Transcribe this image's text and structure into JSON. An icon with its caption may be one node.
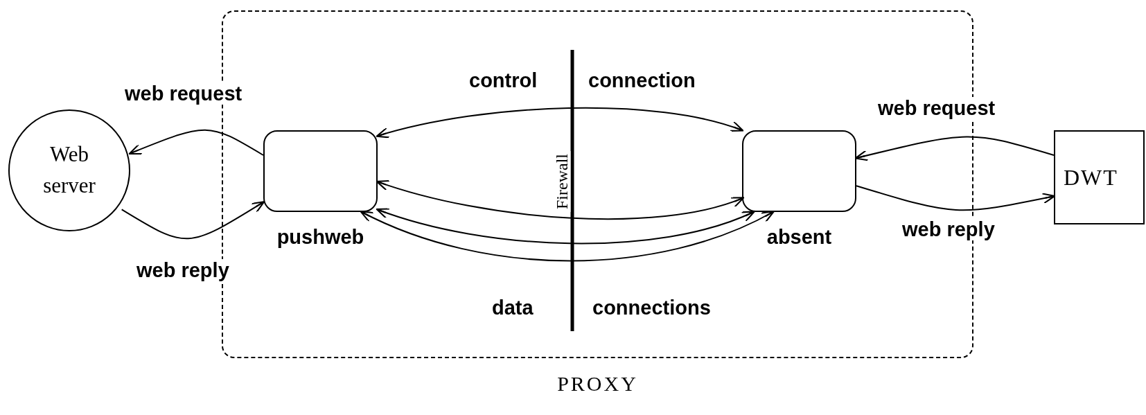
{
  "diagram": {
    "nodes": [
      {
        "text": [
          "PROXY"
        ]
      },
      {
        "text": [
          "Web server"
        ]
      },
      {
        "text": [
          "pushweb"
        ],
        "in": 0
      },
      {
        "text": [
          "absent"
        ],
        "in": 0
      },
      {
        "text": [
          "DWT"
        ]
      }
    ],
    "edges": [
      {
        "from": 2,
        "to": 1,
        "arrow": "to",
        "label": "web request"
      },
      {
        "from": 1,
        "to": 2,
        "arrow": "to",
        "label": "web reply"
      },
      {
        "from": 2,
        "to": 3,
        "arrow": "both"
      },
      {
        "from": 2,
        "to": 3,
        "arrow": "both"
      },
      {
        "from": 2,
        "to": 3,
        "arrow": "both"
      },
      {
        "from": 2,
        "to": 3,
        "arrow": "both"
      },
      {
        "from": 4,
        "to": 3,
        "arrow": "to",
        "label": "web request"
      },
      {
        "from": 3,
        "to": 4,
        "arrow": "to",
        "label": "web reply"
      }
    ],
    "labels": [
      "control",
      "connection",
      "Firewall",
      "data",
      "connections"
    ]
  }
}
